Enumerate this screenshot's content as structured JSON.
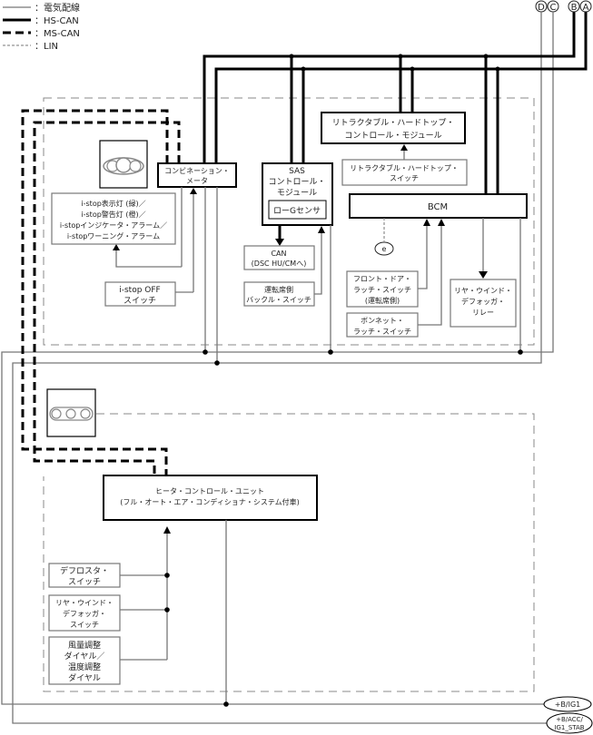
{
  "legend": [
    {
      "style": "thin",
      "label": "：電気配線"
    },
    {
      "style": "hs-can",
      "label": "：HS-CAN"
    },
    {
      "style": "ms-can",
      "label": "：MS-CAN"
    },
    {
      "style": "lin",
      "label": "：LIN"
    }
  ],
  "connectors": {
    "d": "D",
    "c": "C",
    "b": "B",
    "a": "A",
    "e": "e"
  },
  "components": {
    "combination_meter": [
      "コンビネーション・",
      "メータ"
    ],
    "istop_indicators": [
      "i-stop表示灯 (緑)／",
      "i-stop警告灯 (橙)／",
      "i-stopインジケータ・アラーム／",
      "i-stopワーニング・アラーム"
    ],
    "istop_off_switch": [
      "i-stop OFF",
      "スイッチ"
    ],
    "sas_module": [
      "SAS",
      "コントロール・",
      "モジュール"
    ],
    "low_g_sensor": "ローGセンサ",
    "can_dsc": [
      "CAN",
      "(DSC HU/CMへ)"
    ],
    "driver_buckle_switch": [
      "運転席側",
      "バックル・スイッチ"
    ],
    "rht_module": [
      "リトラクタブル・ハードトップ・",
      "コントロール・モジュール"
    ],
    "rht_switch": [
      "リトラクタブル・ハードトップ・",
      "スイッチ"
    ],
    "bcm": "BCM",
    "front_door_latch": [
      "フロント・ドア・",
      "ラッチ・スイッチ",
      "(運転席側)"
    ],
    "bonnet_latch": [
      "ボンネット・",
      "ラッチ・スイッチ"
    ],
    "rear_defogger_relay": [
      "リヤ・ウインド・",
      "デフォッガ・",
      "リレー"
    ],
    "heater_control_unit": [
      "ヒータ・コントロール・ユニット",
      "(フル・オート・エア・コンディショナ・システム付車)"
    ],
    "defroster_switch": [
      "デフロスタ・",
      "スイッチ"
    ],
    "rear_defogger_switch": [
      "リヤ・ウインド・",
      "デフォッガ・",
      "スイッチ"
    ],
    "fan_temp_dial": [
      "風量調整",
      "ダイヤル／",
      "温度調整",
      "ダイヤル"
    ]
  },
  "power": {
    "b_ig1": "+B/IG1",
    "b_acc_ig1stab": [
      "+B/ACC/",
      "IG1_STAB"
    ]
  }
}
